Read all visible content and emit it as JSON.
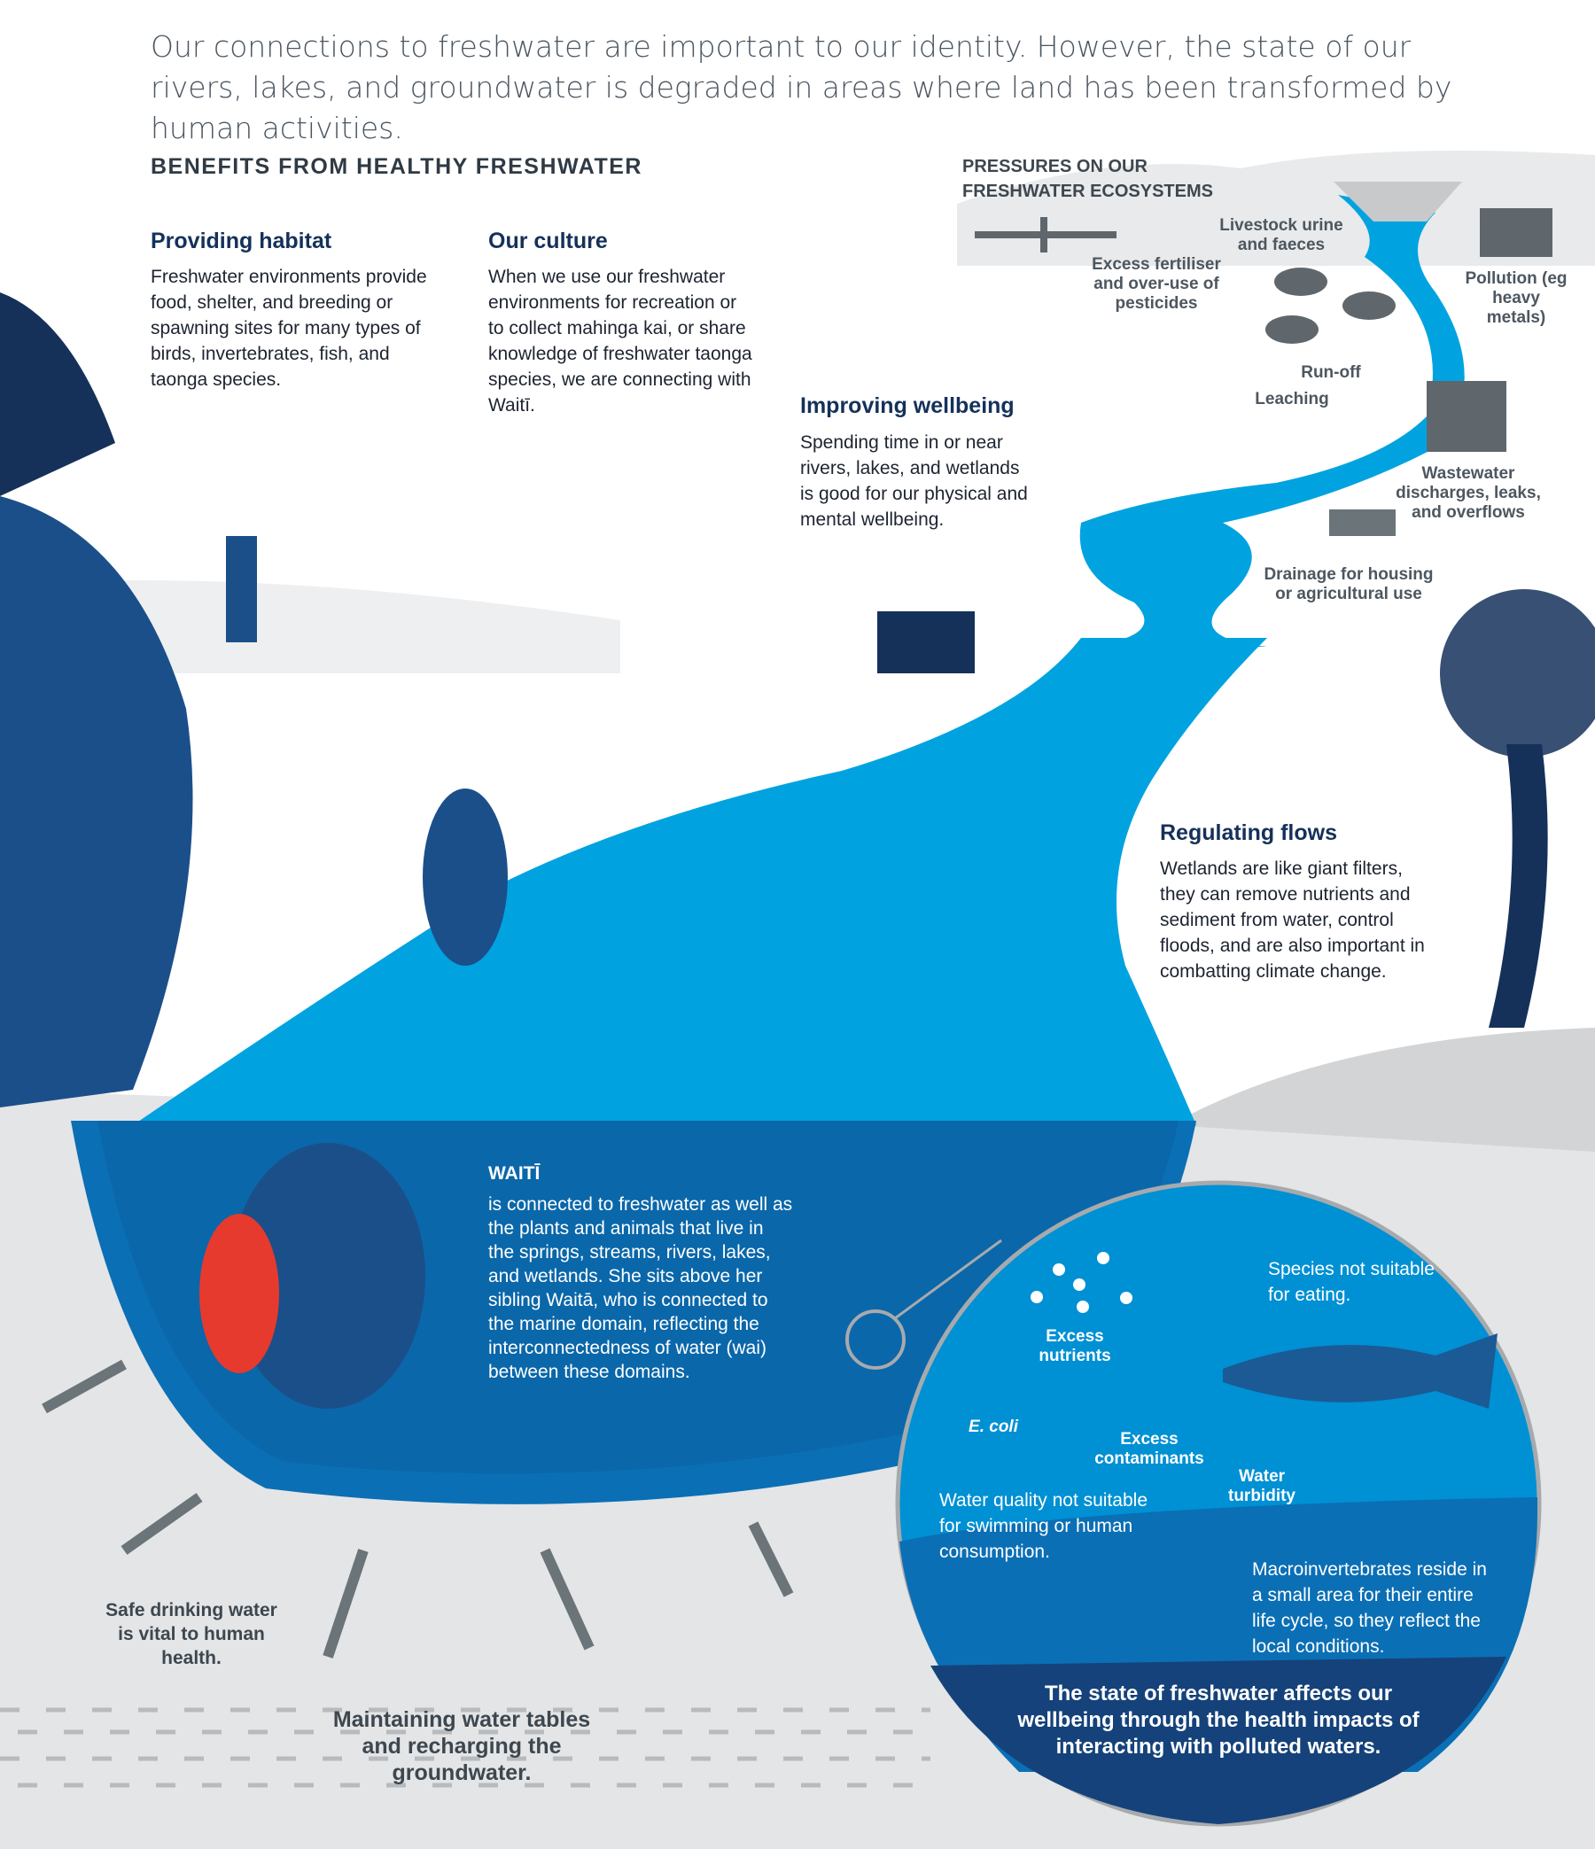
{
  "intro": "Our connections to freshwater are important to our identity. However, the state of our rivers, lakes, and groundwater is degraded in areas where land has been transformed by human activities.",
  "benefits": {
    "heading": "BENEFITS FROM HEALTHY FRESHWATER",
    "habitat": {
      "title": "Providing habitat",
      "body": "Freshwater environments provide food, shelter, and breeding or spawning sites for many types of birds, invertebrates, fish, and taonga species."
    },
    "culture": {
      "title": "Our culture",
      "body": "When we use our freshwater environments for recreation or to collect mahinga kai, or share knowledge of freshwater taonga species, we are connecting with Waitī."
    },
    "wellbeing": {
      "title": "Improving wellbeing",
      "body": "Spending time in or near rivers, lakes, and wetlands is good for our physical and mental wellbeing."
    },
    "flows": {
      "title": "Regulating flows",
      "body": "Wetlands are like giant filters, they can remove nutrients and sediment from water, control floods, and are also important in combatting climate change."
    },
    "drinking": "Safe drinking water is vital to human health.",
    "groundwater": "Maintaining water tables and recharging the groundwater."
  },
  "pressures": {
    "heading": "PRESSURES ON OUR FRESHWATER ECOSYSTEMS",
    "livestock": "Livestock urine and faeces",
    "fertiliser": "Excess fertiliser and over-use of pesticides",
    "pollution": "Pollution (eg heavy metals)",
    "runoff": "Run-off",
    "leaching": "Leaching",
    "wastewater": "Wastewater discharges, leaks, and overflows",
    "drainage": "Drainage for housing or agricultural use"
  },
  "waiti": {
    "title": "WAITĪ",
    "body": "is connected to freshwater as well as the plants and animals that live in the springs, streams, rivers, lakes, and wetlands. She sits above her sibling Waitā, who is connected to the marine domain, reflecting the interconnectedness of water (wai) between these domains."
  },
  "impacts": {
    "species": "Species not suitable for eating.",
    "nutrients": "Excess nutrients",
    "ecoli": "E. coli",
    "contaminants": "Excess contaminants",
    "turbidity": "Water turbidity",
    "quality": "Water quality not suitable for swimming or human consumption.",
    "macro": "Macroinvertebrates reside in a small area for their entire life cycle, so they reflect the local conditions.",
    "summary": "The state of freshwater affects our wellbeing through the health impacts of interacting with polluted waters."
  },
  "colors": {
    "river": "#00a3e0",
    "deep_water": "#0b6fb5",
    "navy": "#15315a",
    "ground": "#e4e5e6",
    "accent_red": "#e63a2e"
  }
}
